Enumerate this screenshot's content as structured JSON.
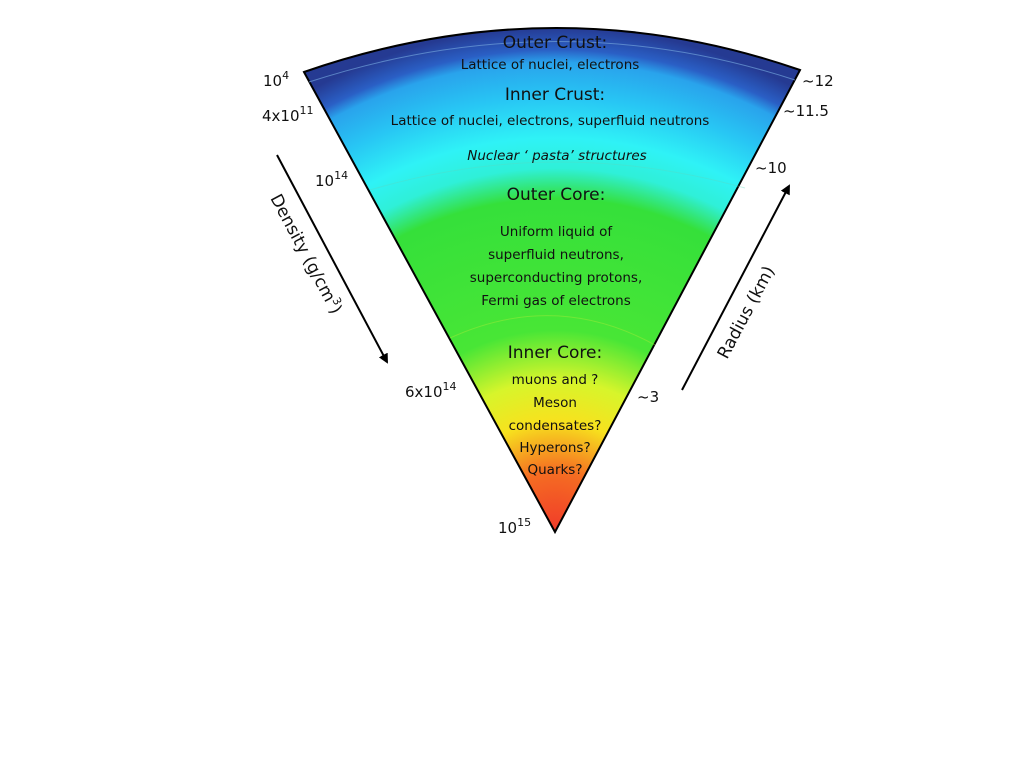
{
  "diagram": {
    "layers": {
      "outer_crust": {
        "title": "Outer Crust:",
        "body": "Lattice of nuclei, electrons"
      },
      "inner_crust": {
        "title": "Inner Crust:",
        "body": "Lattice of nuclei, electrons, superfluid neutrons",
        "note": "Nuclear ‘ pasta’ structures"
      },
      "outer_core": {
        "title": "Outer Core:",
        "body_lines": [
          "Uniform liquid of",
          "superfluid neutrons,",
          "superconducting protons,",
          "Fermi gas of electrons"
        ]
      },
      "inner_core": {
        "title": "Inner Core:",
        "body_lines": [
          "muons and ?",
          "Meson",
          "condensates?",
          "Hyperons?",
          "Quarks?"
        ]
      }
    },
    "density_scale": {
      "d1": {
        "base": "10",
        "exp": "4"
      },
      "d2": {
        "base": "4x10",
        "exp": "11"
      },
      "d3": {
        "base": "10",
        "exp": "14"
      },
      "d4": {
        "base": "6x10",
        "exp": "14"
      },
      "d5": {
        "base": "10",
        "exp": "15"
      }
    },
    "density_label": {
      "main": "Density (g/cm",
      "exp": "3",
      "close": ")"
    },
    "radius_scale": [
      "~12",
      "~11.5",
      "~10",
      "~3"
    ],
    "radius_label": "Radius (km)",
    "colors": {
      "outer_crust": "#2b47a8",
      "inner_crust": "#22b8f0",
      "outer_core": "#33dd33",
      "inner_core": "#f2ef20",
      "center": "#f03a2a"
    }
  }
}
